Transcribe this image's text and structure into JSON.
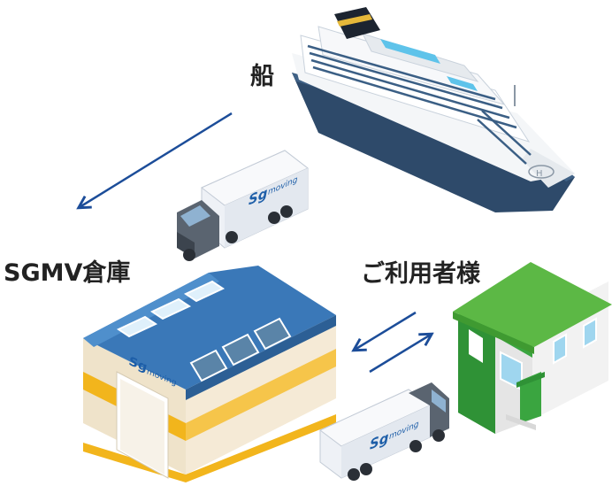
{
  "labels": {
    "ship": "船",
    "warehouse": "SGMV倉庫",
    "customer": "ご利用者様"
  },
  "truck_logo": {
    "mark": "Sg",
    "text": "moving"
  },
  "colors": {
    "arrow": "#1c4d99",
    "label_text": "#222222",
    "ship_hull": "#2e4a6a",
    "ship_upper": "#ffffff",
    "ship_funnel": "#1c2430",
    "ship_funnel_stripe": "#e5b83a",
    "pool": "#5ec3ea",
    "warehouse_roof": "#3a78b8",
    "warehouse_wall": "#f1e6d0",
    "warehouse_band": "#f2b51c",
    "house_roof": "#5cb845",
    "house_green_wall": "#3aa540",
    "house_white_wall": "#f2f2f2",
    "truck_cargo": "#eef1f6",
    "truck_cab": "#5a6470",
    "logo_blue": "#1d5ea8"
  }
}
